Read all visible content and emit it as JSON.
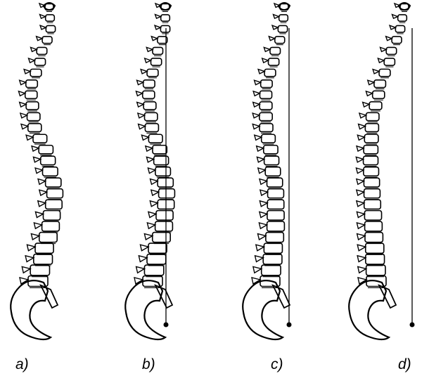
{
  "figure": {
    "ink_color": "#000000",
    "background": "#ffffff",
    "panels": [
      {
        "label": "a)",
        "has_plumb_line": false
      },
      {
        "label": "b)",
        "has_plumb_line": true
      },
      {
        "label": "c)",
        "has_plumb_line": true
      },
      {
        "label": "d)",
        "has_plumb_line": true
      }
    ]
  }
}
